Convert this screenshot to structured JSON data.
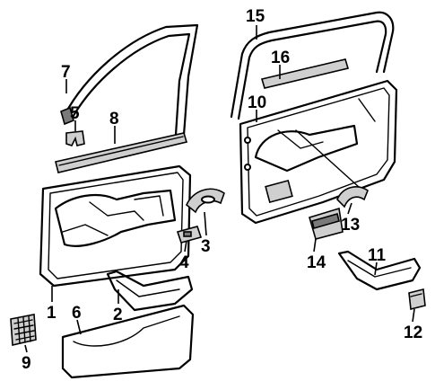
{
  "labels": {
    "l1": "1",
    "l2": "2",
    "l3": "3",
    "l4": "4",
    "l5": "5",
    "l6": "6",
    "l7": "7",
    "l8": "8",
    "l9": "9",
    "l10": "10",
    "l11": "11",
    "l12": "12",
    "l13": "13",
    "l14": "14",
    "l15": "15",
    "l16": "16"
  }
}
